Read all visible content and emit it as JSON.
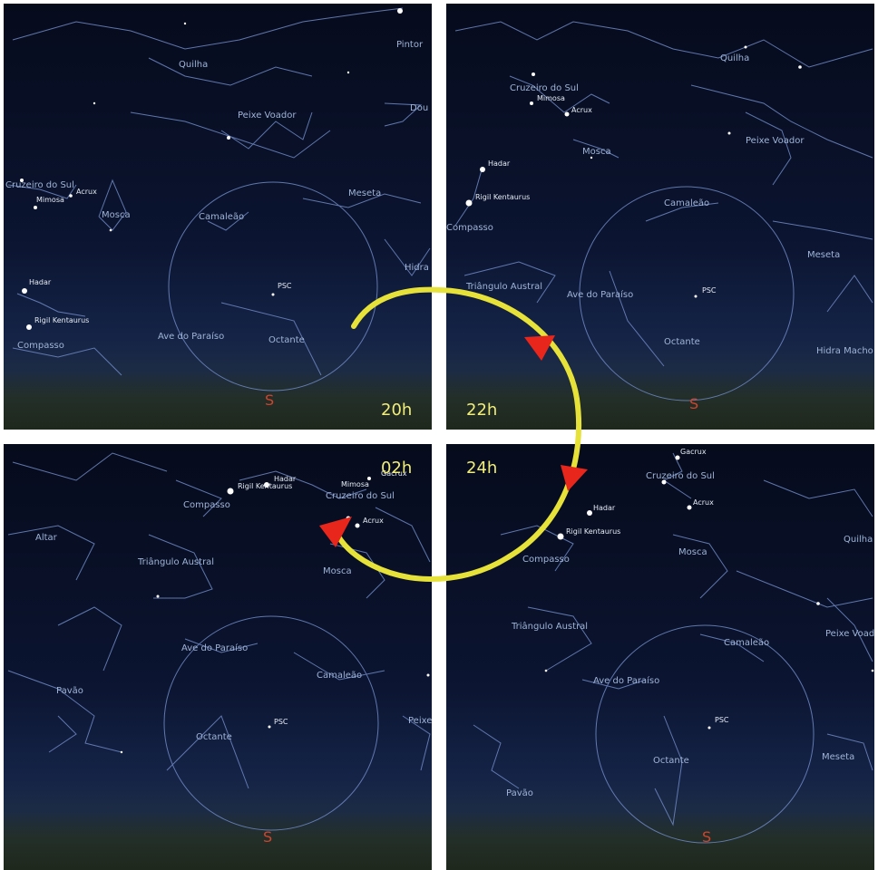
{
  "panels": {
    "tl": {
      "labels": {
        "quilha": "Quilha",
        "pintor": "Pintor",
        "peixe": "Peixe Voador",
        "dou": "Dou",
        "cruzeiro": "Cruzeiro do Sul",
        "mimosa": "Mimosa",
        "acrux": "Acrux",
        "mosca": "Mosca",
        "mesa": "Meseta",
        "camaleao": "Camaleão",
        "hidra": "Hidra",
        "psc": "PSC",
        "hadar": "Hadar",
        "rigil": "Rigil Kentaurus",
        "compasso": "Compasso",
        "ave": "Ave do Paraíso",
        "octante": "Octante"
      },
      "south": "S",
      "time": "20h"
    },
    "tr": {
      "labels": {
        "cruzeiro": "Cruzeiro do Sul",
        "mimosa": "Mimosa",
        "acrux": "Acrux",
        "quilha": "Quilha",
        "peixe": "Peixe Voador",
        "mosca": "Mosca",
        "hadar": "Hadar",
        "rigil": "Rigil Kentaurus",
        "compasso": "Compasso",
        "camaleao": "Camaleão",
        "meseta": "Meseta",
        "triangulo": "Triângulo Austral",
        "ave": "Ave do Paraíso",
        "psc": "PSC",
        "octante": "Octante",
        "hidra": "Hidra Macho"
      },
      "south": "S",
      "time": "22h"
    },
    "bl": {
      "labels": {
        "rigil": "Rigil Kentaurus",
        "hadar": "Hadar",
        "mimosa": "Mimosa",
        "gacrux": "Gacrux",
        "compasso": "Compasso",
        "cruzeiro": "Cruzeiro do Sul",
        "acrux": "Acrux",
        "altar": "Altar",
        "triangulo": "Triângulo Austral",
        "mosca": "Mosca",
        "ave": "Ave do Paraíso",
        "camaleao": "Camaleão",
        "pavao": "Pavão",
        "psc": "PSC",
        "peixe": "Peixe",
        "octante": "Octante"
      },
      "south": "S",
      "time": "02h"
    },
    "br": {
      "labels": {
        "gacrux": "Gacrux",
        "cruzeiro": "Cruzeiro do Sul",
        "hadar": "Hadar",
        "acrux": "Acrux",
        "rigil": "Rigil Kentaurus",
        "compasso": "Compasso",
        "mosca": "Mosca",
        "quilha": "Quilha",
        "triangulo": "Triângulo Austral",
        "camaleao": "Camaleão",
        "peixe": "Peixe Voad",
        "ave": "Ave do Paraíso",
        "psc": "PSC",
        "octante": "Octante",
        "meseta": "Meseta",
        "pavao": "Pavão"
      },
      "south": "S",
      "time": "24h"
    }
  },
  "colors": {
    "sky": "#0b1430",
    "constellation_line": "#6f88c4",
    "label": "#9fb4d8",
    "south_marker": "#d0442c",
    "time_label": "#f2ee7a",
    "arrow_curve": "#e7e23a",
    "arrow_head": "#e8261b"
  },
  "arrow": {
    "direction": "clockwise",
    "icon": "circular-arrow-icon"
  }
}
